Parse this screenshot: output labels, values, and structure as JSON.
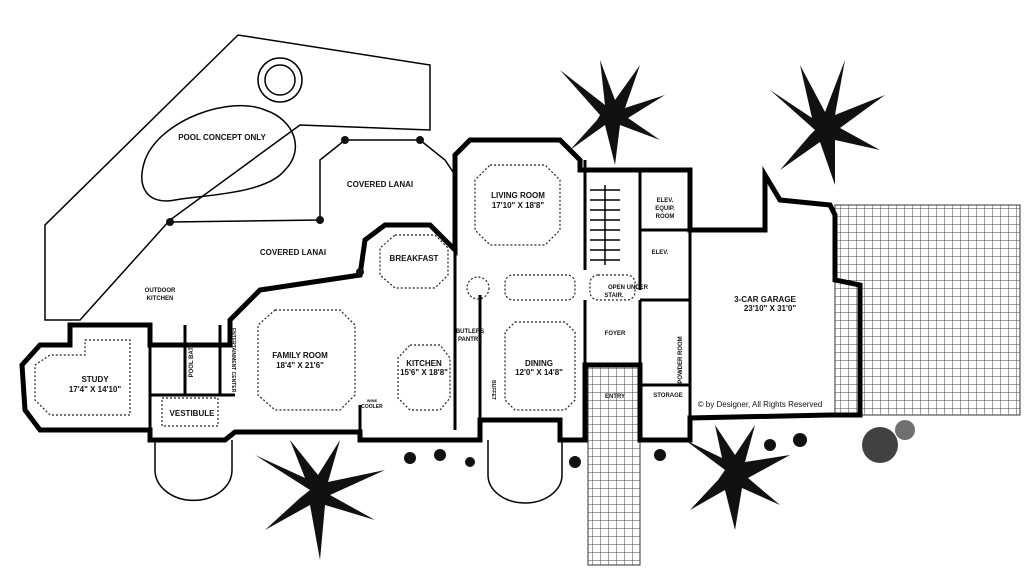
{
  "plan": {
    "pool": "POOL CONCEPT ONLY",
    "covered_lanai_upper": "COVERED LANAI",
    "covered_lanai_lower": "COVERED LANAI",
    "breakfast": "BREAKFAST",
    "living_room": {
      "name": "LIVING ROOM",
      "size": "17'10\" X 18'8\""
    },
    "elev_equip": [
      "ELEV.",
      "EQUIP.",
      "ROOM"
    ],
    "elev": "ELEV.",
    "open_under_stair": [
      "OPEN UNDER",
      "STAIR."
    ],
    "garage": {
      "name": "3-CAR GARAGE",
      "size": "23'10\" X 31'0\""
    },
    "family_room": {
      "name": "FAMILY ROOM",
      "size": "18'4\" X 21'6\""
    },
    "kitchen": {
      "name": "KITCHEN",
      "size": "15'6\" X 18'8\""
    },
    "dining": {
      "name": "DINING",
      "size": "12'0\" X 14'8\""
    },
    "foyer": "FOYER",
    "entry": "ENTRY",
    "powder_room": "POWDER ROOM",
    "storage": "STORAGE",
    "butlers_pantry": [
      "BUTLERS",
      "PANTRY"
    ],
    "study": {
      "name": "STUDY",
      "size": "17'4\" X 14'10\""
    },
    "vestibule": "VESTIBULE",
    "outdoor_kitchen": [
      "OUTDOOR",
      "KITCHEN"
    ],
    "pool_bath": "POOL BATH",
    "entertainment_center": "ENTERTAINMENT CENTER",
    "wine_cooler": [
      "WINE",
      "COOLER"
    ],
    "buffet": "BUFFET",
    "copyright": "© by Designer, All Rights Reserved"
  }
}
